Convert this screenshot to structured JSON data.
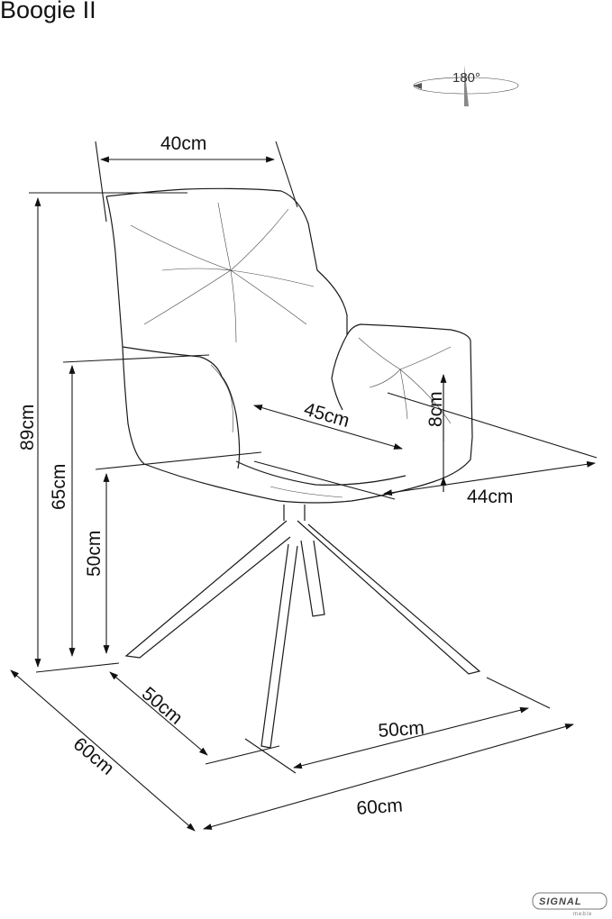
{
  "title": "Boogie II",
  "rotation_label": "180°",
  "dimensions": {
    "backrest_width": "40cm",
    "total_height": "89cm",
    "armrest_height": "65cm",
    "seat_height": "50cm",
    "seat_depth": "45cm",
    "armrest_thickness": "8cm",
    "seat_width": "44cm",
    "base_depth": "50cm",
    "base_width": "50cm",
    "overall_depth": "60cm",
    "overall_width": "60cm"
  },
  "logo": {
    "text": "SIGNAL",
    "sub": "meble"
  }
}
